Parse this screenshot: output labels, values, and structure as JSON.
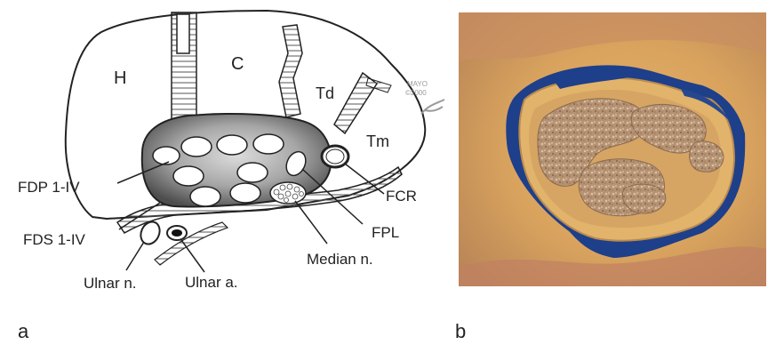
{
  "panel_a": {
    "letter": "a",
    "labels": {
      "h": "H",
      "c": "C",
      "td": "Td",
      "tm": "Tm",
      "fdp": "FDP 1-IV",
      "fds": "FDS 1-IV",
      "ulnar_n": "Ulnar n.",
      "ulnar_a": "Ulnar a.",
      "median_n": "Median n.",
      "fpl": "FPL",
      "fcr": "FCR"
    },
    "watermark": {
      "line1": "MAYO",
      "line2": "©2000"
    }
  },
  "panel_b": {
    "letter": "b"
  }
}
